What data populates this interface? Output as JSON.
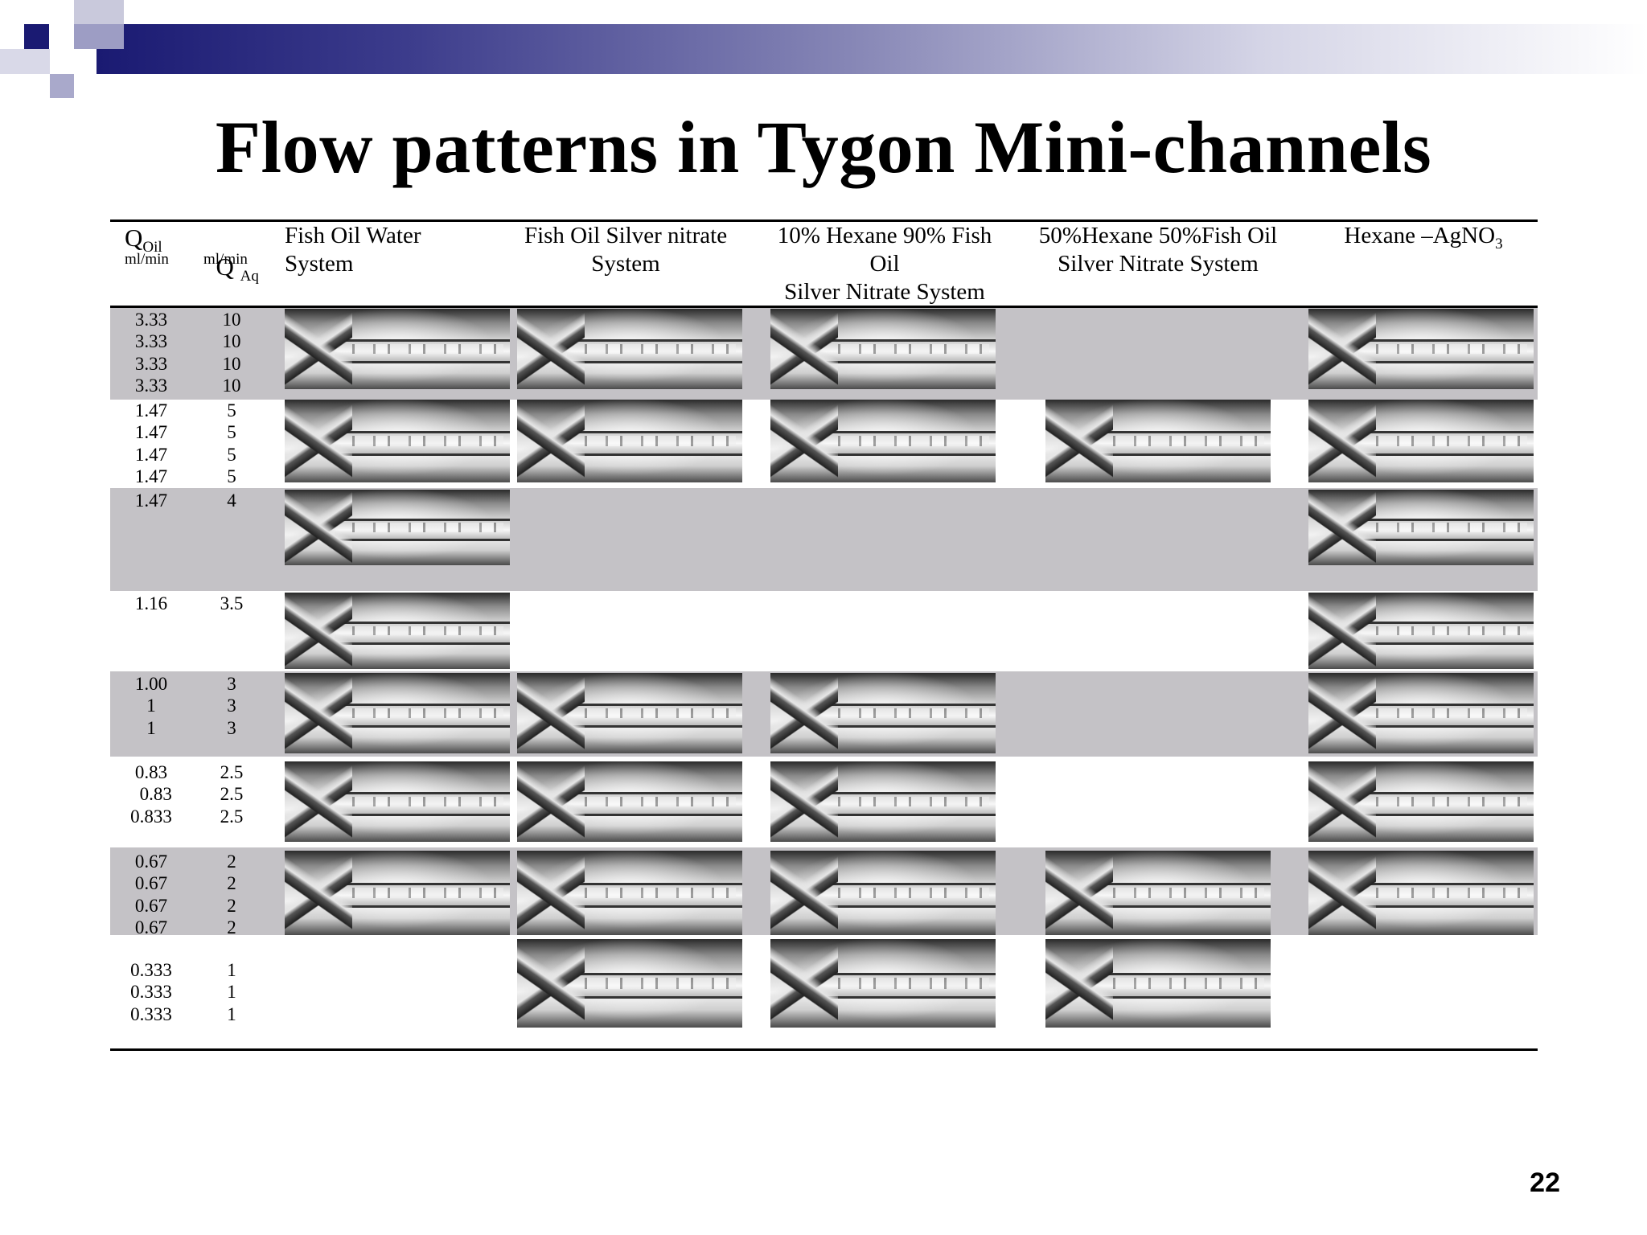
{
  "slide": {
    "title": "Flow patterns in Tygon Mini-channels",
    "page_number": "22",
    "accent_colors": [
      "#1a1a72",
      "#6a6aa8",
      "#c4c2c6"
    ]
  },
  "table": {
    "headers": {
      "q_oil": {
        "label": "Q",
        "sub": "Oil",
        "unit": "ml/min"
      },
      "q_aq": {
        "label": "Q ",
        "sub": "Aq",
        "unit": "ml/min"
      },
      "fish_water": [
        "Fish Oil Water",
        "System"
      ],
      "fish_silver": [
        "Fish Oil Silver nitrate",
        "System"
      ],
      "hex10": [
        "10% Hexane 90% Fish",
        "Oil",
        "Silver Nitrate System"
      ],
      "hex50": [
        "50%Hexane 50%Fish Oil",
        "Silver Nitrate System"
      ],
      "hexane": {
        "text": "Hexane –AgNO",
        "sub": "3"
      }
    },
    "rows": [
      {
        "q_oil": "3.33\n3.33\n3.33\n3.33",
        "q_aq": "10\n10\n10\n10",
        "shaded": true,
        "images": [
          "Fish Oil Water System",
          "Fish Oil Silver nitrate System",
          "10% Hexane 90% Fish Oil Silver Nitrate System",
          "",
          "Hexane –AgNO3"
        ]
      },
      {
        "q_oil": "1.47\n1.47\n1.47\n1.47",
        "q_aq": "5\n5\n5\n5",
        "shaded": false,
        "images": [
          "Fish Oil Water System",
          "Fish Oil Silver nitrate System",
          "10% Hexane 90% Fish Oil Silver Nitrate System",
          "50%Hexane 50%Fish Oil Silver Nitrate System",
          "Hexane –AgNO3"
        ]
      },
      {
        "q_oil": "1.47",
        "q_aq": "4",
        "shaded": true,
        "images": [
          "Fish Oil Water System",
          "",
          "",
          "",
          "Hexane –AgNO3"
        ]
      },
      {
        "q_oil": "1.16",
        "q_aq": "3.5",
        "shaded": false,
        "images": [
          "Fish Oil Water System",
          "",
          "",
          "",
          "Hexane –AgNO3"
        ]
      },
      {
        "q_oil": "1.00\n1\n1",
        "q_aq": "3\n3\n3",
        "shaded": true,
        "images": [
          "Fish Oil Water System",
          "Fish Oil Silver nitrate System",
          "10% Hexane 90% Fish Oil Silver Nitrate System",
          "",
          "Hexane –AgNO3"
        ]
      },
      {
        "q_oil": "0.83\n  0.83\n0.833",
        "q_aq": "2.5\n2.5\n2.5",
        "shaded": false,
        "images": [
          "Fish Oil Water System",
          "Fish Oil Silver nitrate System",
          "10% Hexane 90% Fish Oil Silver Nitrate System",
          "",
          "Hexane –AgNO3"
        ]
      },
      {
        "q_oil": "0.67\n0.67\n0.67\n0.67",
        "q_aq": "2\n2\n2\n2",
        "shaded": true,
        "images": [
          "Fish Oil Water System",
          "Fish Oil Silver nitrate System",
          "10% Hexane 90% Fish Oil Silver Nitrate System",
          "50%Hexane 50%Fish Oil Silver Nitrate System",
          "Hexane –AgNO3"
        ]
      },
      {
        "q_oil": "0.333\n0.333\n0.333",
        "q_aq": "1\n1\n1",
        "shaded": false,
        "images": [
          "",
          "Fish Oil Silver nitrate System",
          "10% Hexane 90% Fish Oil Silver Nitrate System",
          "50%Hexane 50%Fish Oil Silver Nitrate System",
          ""
        ]
      }
    ]
  }
}
